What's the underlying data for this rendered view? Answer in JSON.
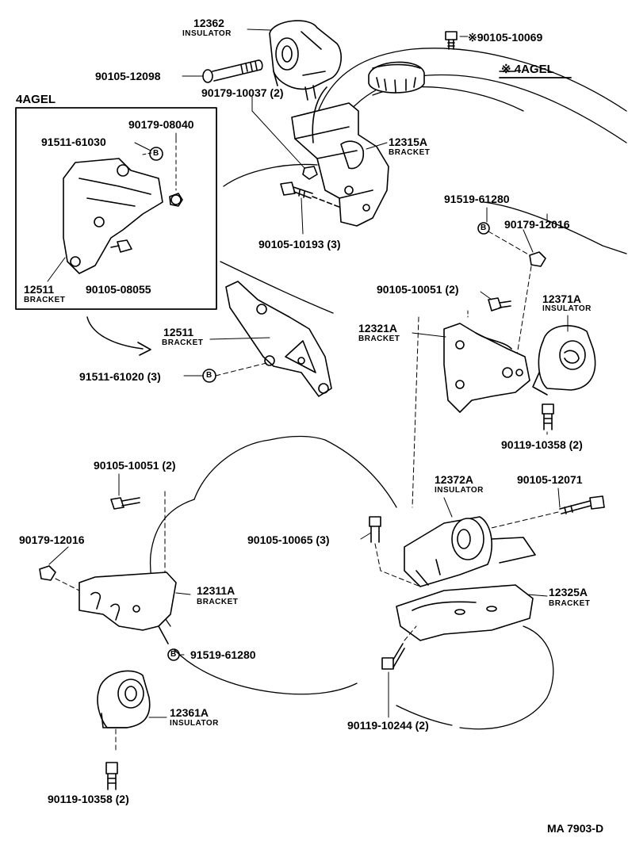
{
  "inset": {
    "title": "4AGEL"
  },
  "note": {
    "symbol": "※",
    "text": "4AGEL"
  },
  "labels": {
    "p12362": "12362",
    "p12362_sub": "INSULATOR",
    "p90105_10069": "※90105-10069",
    "p90105_12098": "90105-12098",
    "p90179_10037": "90179-10037 (2)",
    "p90179_08040": "90179-08040",
    "p91511_61030": "91511-61030",
    "p12315A": "12315A",
    "p12315A_sub": "BRACKET",
    "p12511_inset": "12511",
    "p12511_inset_sub": "BRACKET",
    "p90105_08055": "90105-08055",
    "p90105_10193": "90105-10193 (3)",
    "p91519_61280_top": "91519-61280",
    "p90179_12016_top": "90179-12016",
    "p90105_10051_top": "90105-10051 (2)",
    "p12371A": "12371A",
    "p12371A_sub": "INSULATOR",
    "p12511": "12511",
    "p12511_sub": "BRACKET",
    "p12321A": "12321A",
    "p12321A_sub": "BRACKET",
    "p91511_61020": "91511-61020 (3)",
    "p90119_10358_right": "90119-10358 (2)",
    "p90105_10051_left": "90105-10051 (2)",
    "p12372A": "12372A",
    "p12372A_sub": "INSULATOR",
    "p90105_12071": "90105-12071",
    "p90179_12016_left": "90179-12016",
    "p90105_10065": "90105-10065 (3)",
    "p12311A": "12311A",
    "p12311A_sub": "BRACKET",
    "p12325A": "12325A",
    "p12325A_sub": "BRACKET",
    "p91519_61280_left": "91519-61280",
    "p12361A": "12361A",
    "p12361A_sub": "INSULATOR",
    "p90119_10244": "90119-10244 (2)",
    "p90119_10358_bottom": "90119-10358 (2)",
    "b_marker": "B"
  },
  "footer": {
    "ref": "MA 7903-D"
  }
}
